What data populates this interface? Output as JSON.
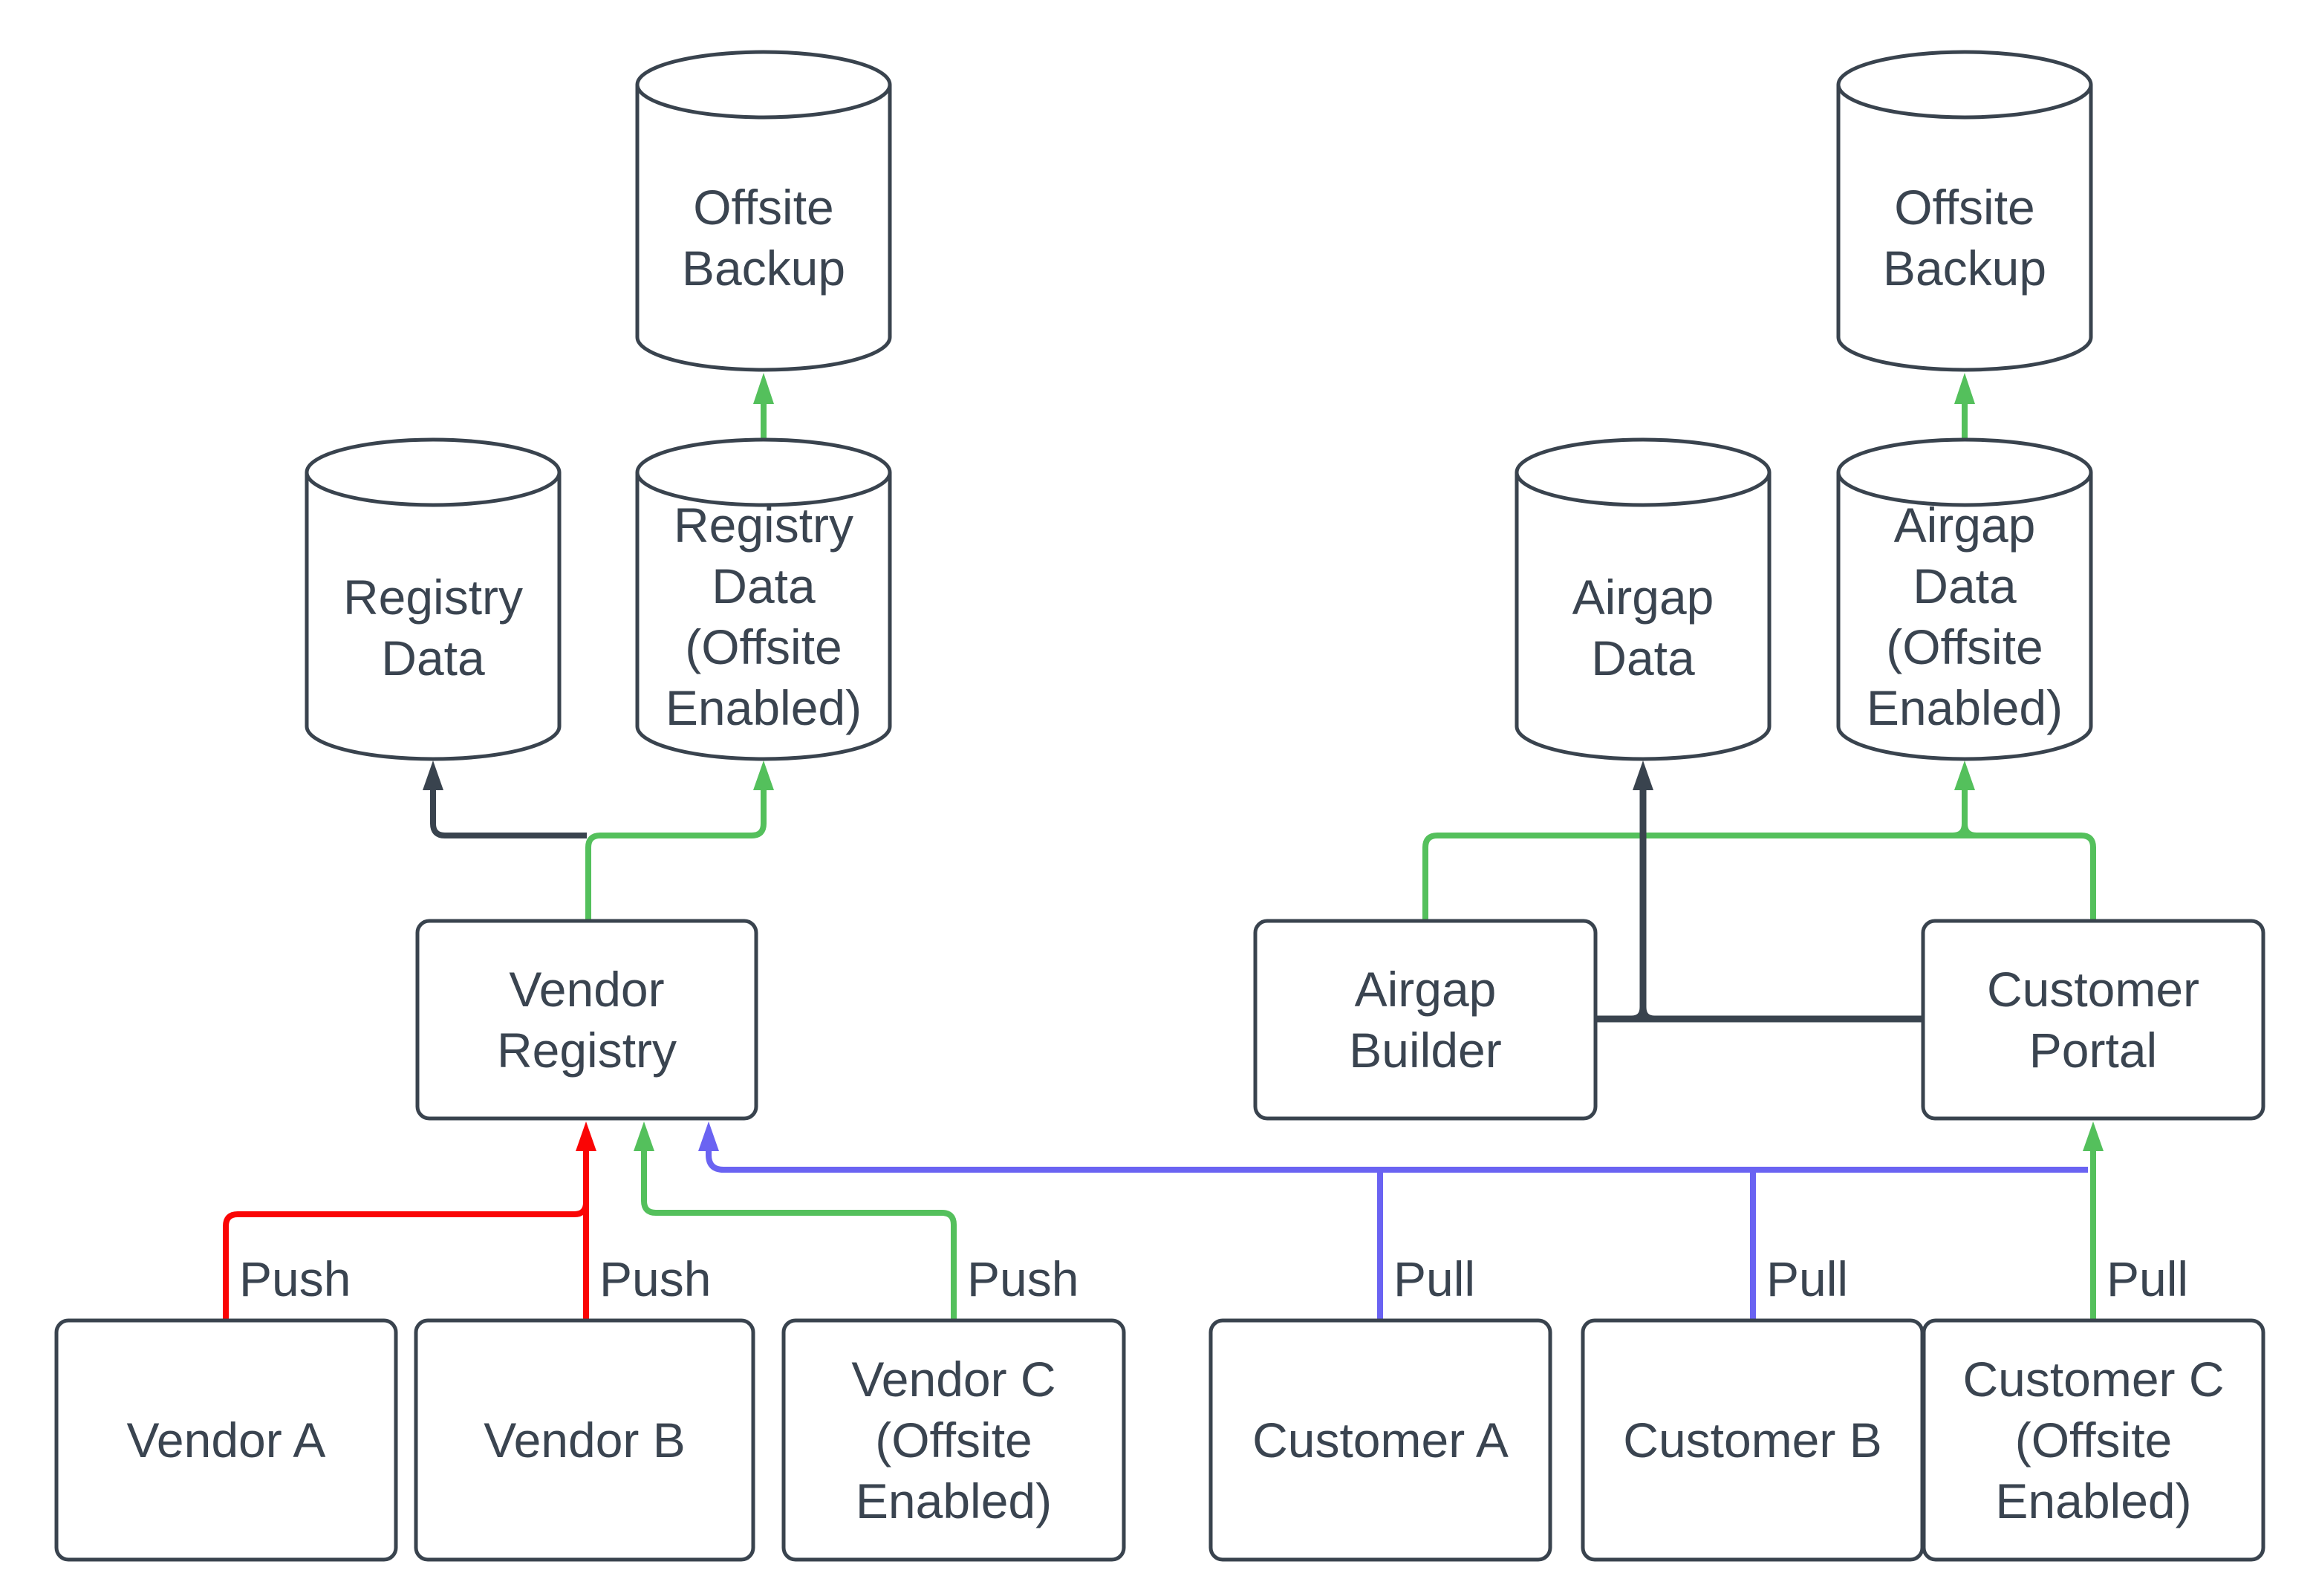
{
  "diagram": {
    "colors": {
      "stroke": "#39434E",
      "text": "#3A4450",
      "red": "#FA0505",
      "green": "#54C05C",
      "blue": "#6A63F2",
      "fill": "#ffffff"
    },
    "nodes": {
      "offsite_backup_left": "Offsite\nBackup",
      "offsite_backup_right": "Offsite\nBackup",
      "registry_data": "Registry\nData",
      "registry_data_offsite": "Registry\nData\n(Offsite\nEnabled)",
      "airgap_data": "Airgap\nData",
      "airgap_data_offsite": "Airgap\nData\n(Offsite\nEnabled)",
      "vendor_registry": "Vendor\nRegistry",
      "airgap_builder": "Airgap\nBuilder",
      "customer_portal": "Customer\nPortal",
      "vendor_a": "Vendor A",
      "vendor_b": "Vendor B",
      "vendor_c": "Vendor C\n(Offsite\nEnabled)",
      "customer_a": "Customer A",
      "customer_b": "Customer B",
      "customer_c": "Customer C\n(Offsite\nEnabled)"
    },
    "edge_labels": {
      "push_vendor_a": "Push",
      "push_vendor_b": "Push",
      "push_vendor_c": "Push",
      "pull_customer_a": "Pull",
      "pull_customer_b": "Pull",
      "pull_customer_c": "Pull"
    }
  }
}
